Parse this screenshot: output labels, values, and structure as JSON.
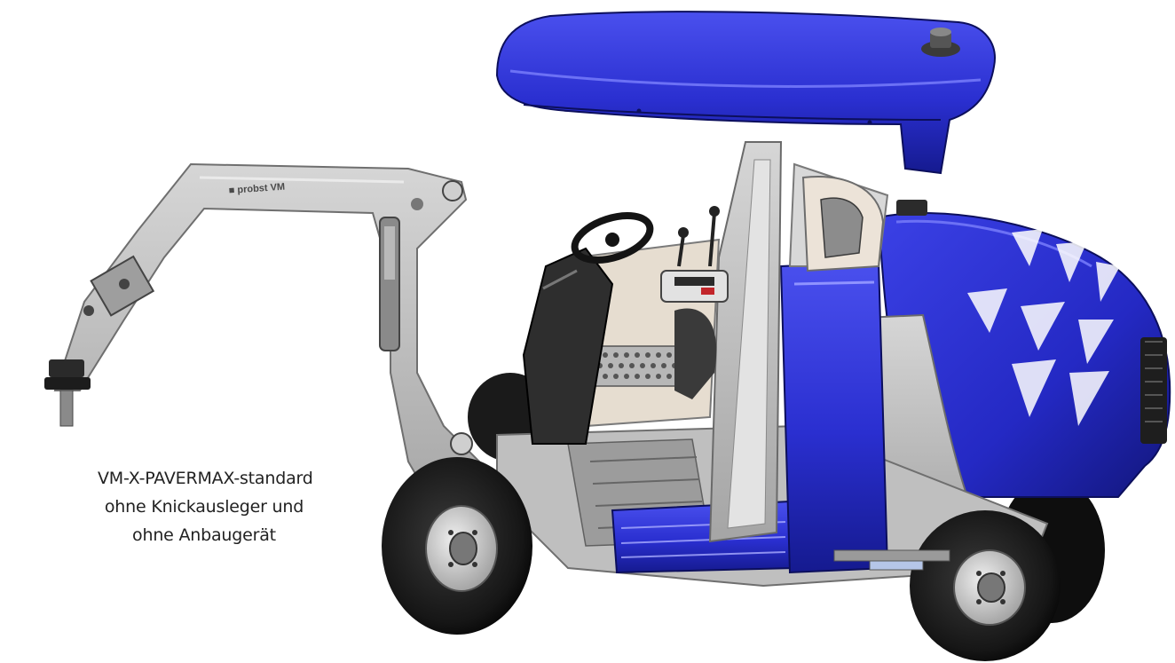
{
  "figure": {
    "subject": "Kompakte Arbeitsmaschine mit blauem Dach, Motorhaube und Knickausleger-Arm",
    "boom_label": "■ probst VM",
    "caption_lines": [
      "VM-X-PAVERMAX-standard",
      "ohne Knickausleger und",
      "ohne Anbaugerät"
    ]
  },
  "colors": {
    "background": "#ffffff",
    "body_blue": "#2a2fd0",
    "body_blue_dark": "#151a8f",
    "frame_gray": "#b9b9b9",
    "frame_gray_dark": "#7d7d7d",
    "tire": "#1b1b1b",
    "rim": "#c8c8c8",
    "caption_text": "#222222"
  }
}
